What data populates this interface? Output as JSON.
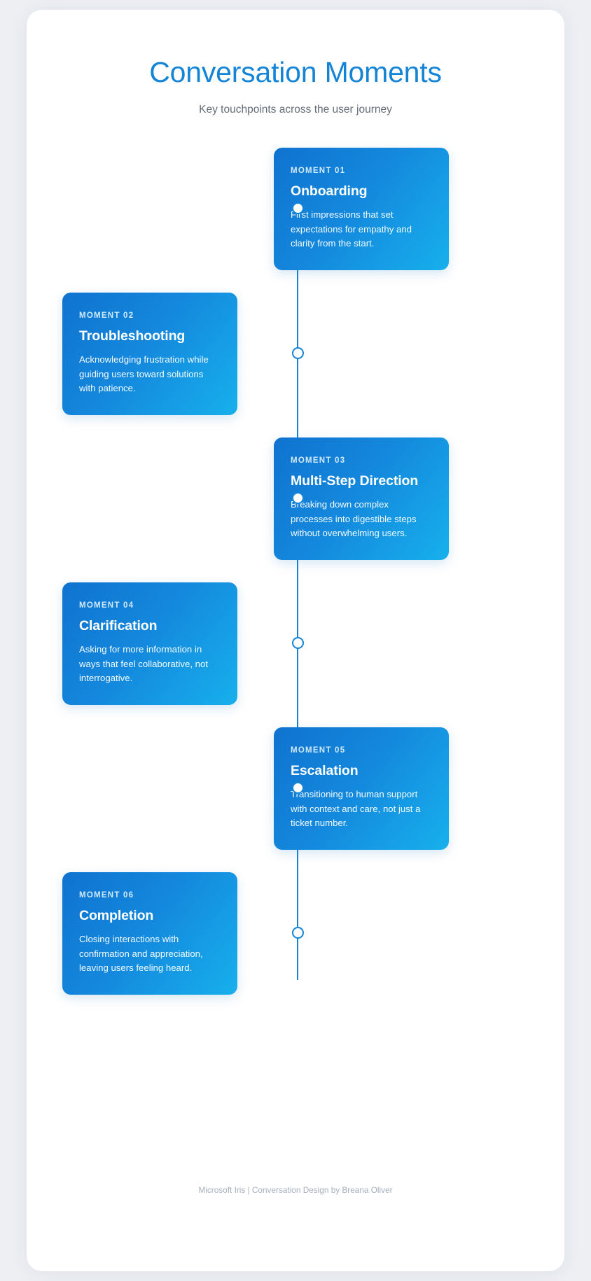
{
  "header": {
    "title": "Conversation Moments",
    "subtitle": "Key touchpoints across the user journey",
    "title_color": "#1484d6",
    "subtitle_color": "#656d78"
  },
  "timeline": {
    "accent_color": "#1484d6",
    "card_gradient_start": "#0f73cf",
    "card_gradient_end": "#17b0ec",
    "moments": [
      {
        "eyebrow": "MOMENT 01",
        "title": "Onboarding",
        "description": "First impressions that set expectations for empathy and clarity from the start.",
        "side": "right"
      },
      {
        "eyebrow": "MOMENT 02",
        "title": "Troubleshooting",
        "description": "Acknowledging frustration while guiding users toward solutions with patience.",
        "side": "left"
      },
      {
        "eyebrow": "MOMENT 03",
        "title": "Multi-Step Direction",
        "description": "Breaking down complex processes into digestible steps without overwhelming users.",
        "side": "right"
      },
      {
        "eyebrow": "MOMENT 04",
        "title": "Clarification",
        "description": "Asking for more information in ways that feel collaborative, not interrogative.",
        "side": "left"
      },
      {
        "eyebrow": "MOMENT 05",
        "title": "Escalation",
        "description": "Transitioning to human support with context and care, not just a ticket number.",
        "side": "right"
      },
      {
        "eyebrow": "MOMENT 06",
        "title": "Completion",
        "description": "Closing interactions with confirmation and appreciation, leaving users feeling heard.",
        "side": "left"
      }
    ]
  },
  "footer": {
    "credit": "Microsoft Iris | Conversation Design by Breana Oliver"
  }
}
